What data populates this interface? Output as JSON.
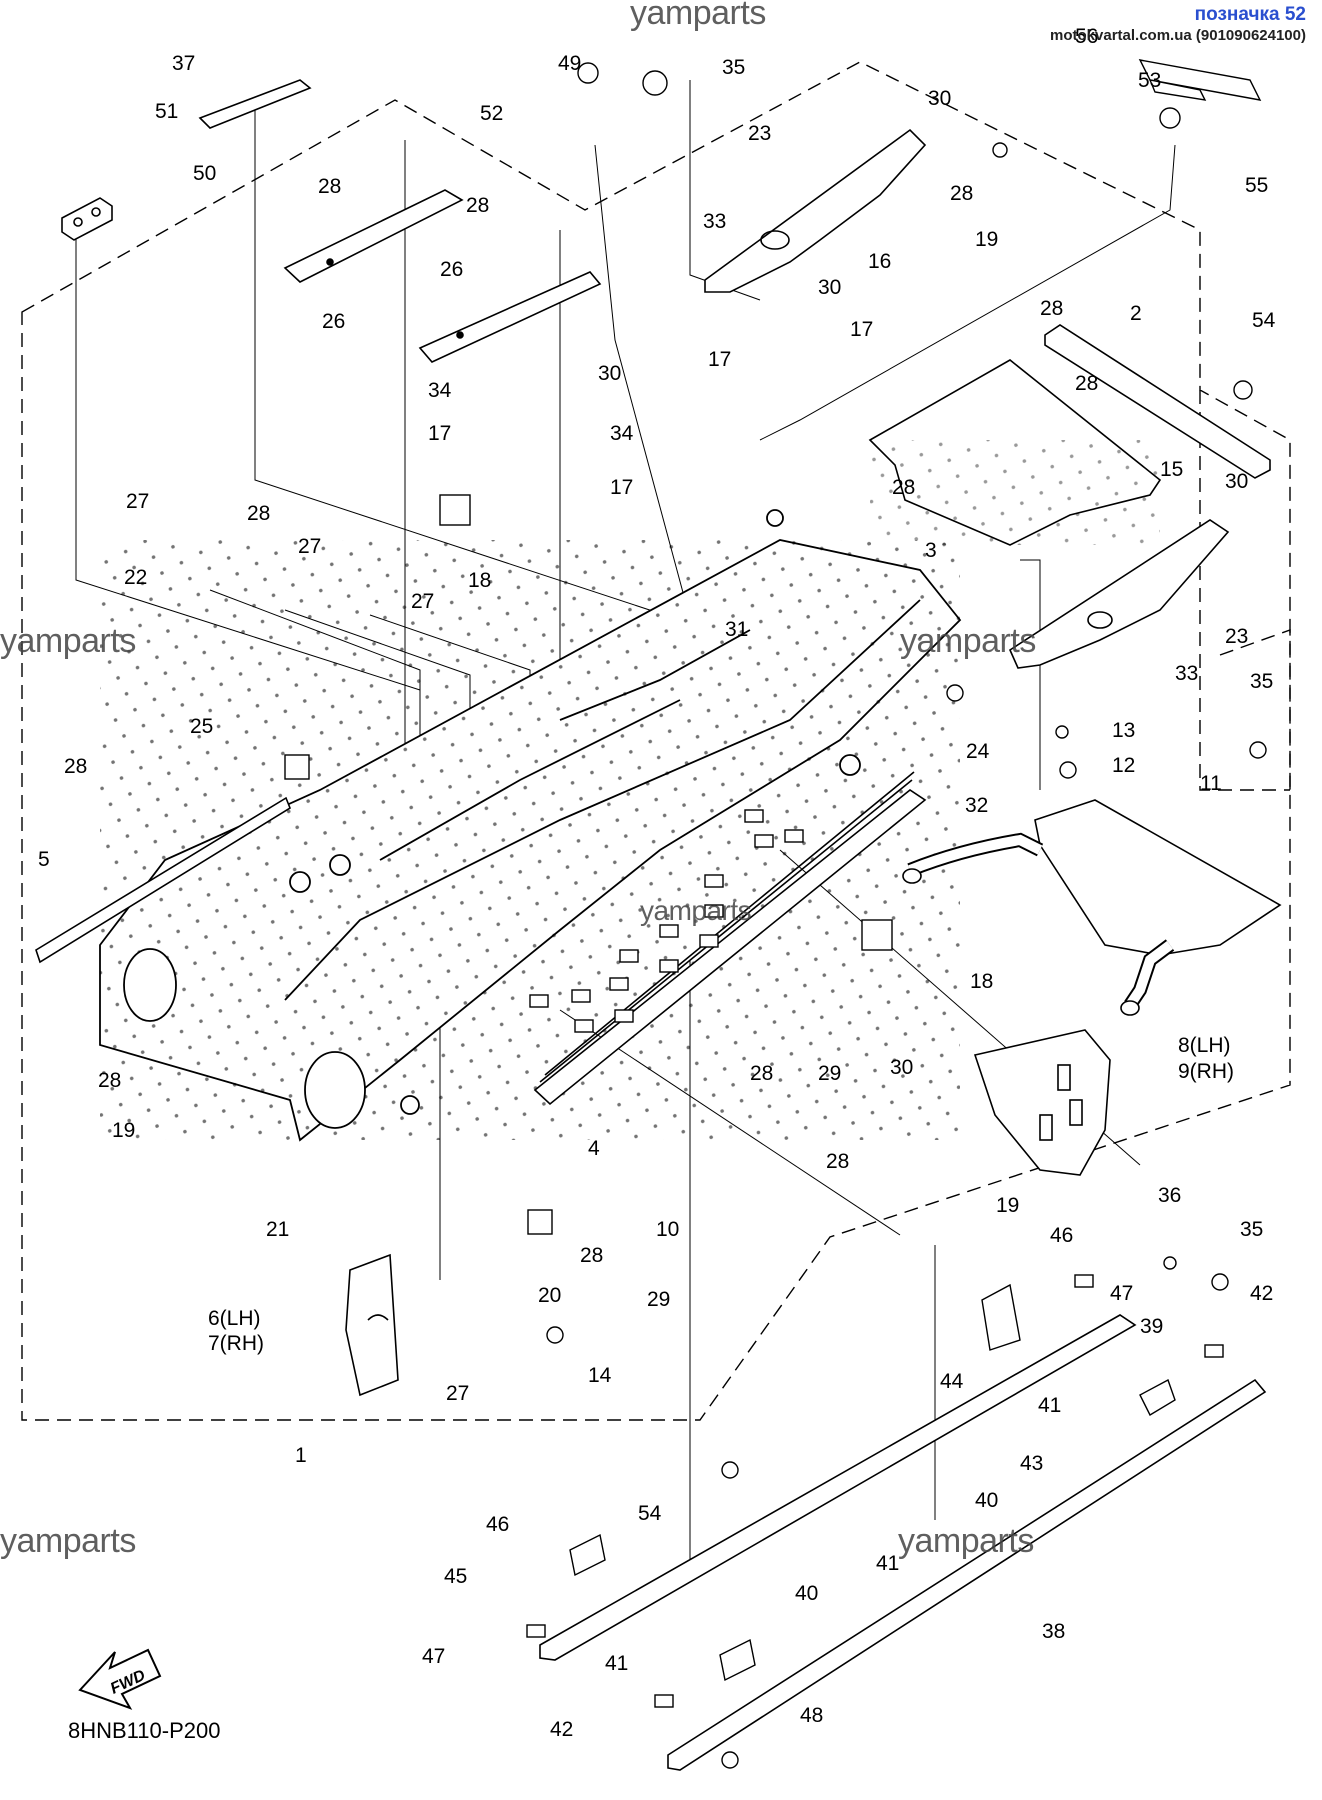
{
  "watermark": {
    "text": "yamparts"
  },
  "header_note": {
    "title": "позначка 52",
    "site": "motokvartal.com.ua (901090624100)"
  },
  "part_number": "8HNB110-P200",
  "fwd_label": "FWD",
  "callouts": [
    {
      "id": "c37",
      "text": "37"
    },
    {
      "id": "c51",
      "text": "51"
    },
    {
      "id": "c50",
      "text": "50"
    },
    {
      "id": "c28a",
      "text": "28"
    },
    {
      "id": "c26a",
      "text": "26"
    },
    {
      "id": "c28b",
      "text": "28"
    },
    {
      "id": "c26b",
      "text": "26"
    },
    {
      "id": "c49",
      "text": "49"
    },
    {
      "id": "c52",
      "text": "52"
    },
    {
      "id": "c35a",
      "text": "35"
    },
    {
      "id": "c30a",
      "text": "30"
    },
    {
      "id": "c23a",
      "text": "23"
    },
    {
      "id": "c33a",
      "text": "33"
    },
    {
      "id": "c16",
      "text": "16"
    },
    {
      "id": "c28c",
      "text": "28"
    },
    {
      "id": "c19a",
      "text": "19"
    },
    {
      "id": "c53",
      "text": "53"
    },
    {
      "id": "c56",
      "text": "56"
    },
    {
      "id": "c55",
      "text": "55"
    },
    {
      "id": "c54a",
      "text": "54"
    },
    {
      "id": "c2",
      "text": "2"
    },
    {
      "id": "c28d",
      "text": "28"
    },
    {
      "id": "c28e",
      "text": "28"
    },
    {
      "id": "c30b",
      "text": "30"
    },
    {
      "id": "c17a",
      "text": "17"
    },
    {
      "id": "c30c",
      "text": "30"
    },
    {
      "id": "c17b",
      "text": "17"
    },
    {
      "id": "c34a",
      "text": "34"
    },
    {
      "id": "c17c",
      "text": "17"
    },
    {
      "id": "c18a",
      "text": "18"
    },
    {
      "id": "c34b",
      "text": "34"
    },
    {
      "id": "c17d",
      "text": "17"
    },
    {
      "id": "c28f",
      "text": "28"
    },
    {
      "id": "c3",
      "text": "3"
    },
    {
      "id": "c15",
      "text": "15"
    },
    {
      "id": "c30d",
      "text": "30"
    },
    {
      "id": "c23b",
      "text": "23"
    },
    {
      "id": "c33b",
      "text": "33"
    },
    {
      "id": "c35b",
      "text": "35"
    },
    {
      "id": "c27a",
      "text": "27"
    },
    {
      "id": "c28g",
      "text": "28"
    },
    {
      "id": "c27b",
      "text": "27"
    },
    {
      "id": "c22",
      "text": "22"
    },
    {
      "id": "c27c",
      "text": "27"
    },
    {
      "id": "c31",
      "text": "31"
    },
    {
      "id": "c24",
      "text": "24"
    },
    {
      "id": "c13",
      "text": "13"
    },
    {
      "id": "c12",
      "text": "12"
    },
    {
      "id": "c11",
      "text": "11"
    },
    {
      "id": "c25",
      "text": "25"
    },
    {
      "id": "c28h",
      "text": "28"
    },
    {
      "id": "c5",
      "text": "5"
    },
    {
      "id": "c32",
      "text": "32"
    },
    {
      "id": "c18b",
      "text": "18"
    },
    {
      "id": "c28i",
      "text": "28"
    },
    {
      "id": "c29a",
      "text": "29"
    },
    {
      "id": "c30e",
      "text": "30"
    },
    {
      "id": "c8",
      "text": "8(LH)"
    },
    {
      "id": "c9",
      "text": "9(RH)"
    },
    {
      "id": "c28j",
      "text": "28"
    },
    {
      "id": "c19b",
      "text": "19"
    },
    {
      "id": "c4",
      "text": "4"
    },
    {
      "id": "c28k",
      "text": "28"
    },
    {
      "id": "c19c",
      "text": "19"
    },
    {
      "id": "c21",
      "text": "21"
    },
    {
      "id": "c10",
      "text": "10"
    },
    {
      "id": "c28l",
      "text": "28"
    },
    {
      "id": "c20",
      "text": "20"
    },
    {
      "id": "c29b",
      "text": "29"
    },
    {
      "id": "c6",
      "text": "6(LH)"
    },
    {
      "id": "c7",
      "text": "7(RH)"
    },
    {
      "id": "c14",
      "text": "14"
    },
    {
      "id": "c27d",
      "text": "27"
    },
    {
      "id": "c36",
      "text": "36"
    },
    {
      "id": "c35c",
      "text": "35"
    },
    {
      "id": "c46a",
      "text": "46"
    },
    {
      "id": "c47a",
      "text": "47"
    },
    {
      "id": "c42a",
      "text": "42"
    },
    {
      "id": "c39",
      "text": "39"
    },
    {
      "id": "c44",
      "text": "44"
    },
    {
      "id": "c41a",
      "text": "41"
    },
    {
      "id": "c43",
      "text": "43"
    },
    {
      "id": "c1",
      "text": "1"
    },
    {
      "id": "c54b",
      "text": "54"
    },
    {
      "id": "c40a",
      "text": "40"
    },
    {
      "id": "c46b",
      "text": "46"
    },
    {
      "id": "c41b",
      "text": "41"
    },
    {
      "id": "c45",
      "text": "45"
    },
    {
      "id": "c38",
      "text": "38"
    },
    {
      "id": "c47b",
      "text": "47"
    },
    {
      "id": "c40b",
      "text": "40"
    },
    {
      "id": "c41c",
      "text": "41"
    },
    {
      "id": "c48",
      "text": "48"
    },
    {
      "id": "c42b",
      "text": "42"
    }
  ]
}
